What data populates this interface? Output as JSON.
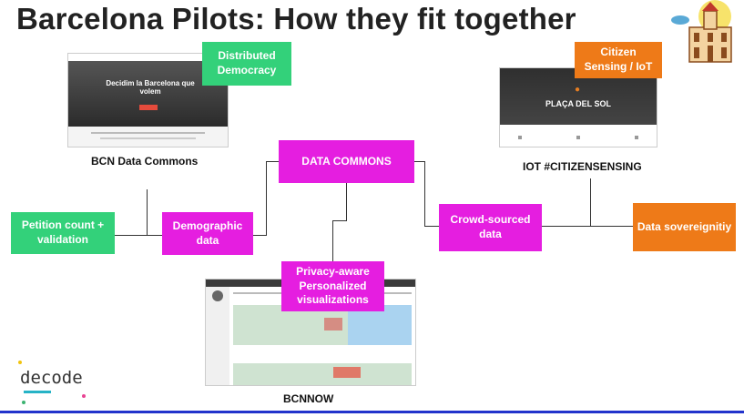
{
  "title": "Barcelona Pilots: How they fit together",
  "captions": {
    "bcn_data_commons": "BCN Data Commons",
    "iot": "IOT #CITIZENSENSING",
    "bcnnow": "BCNNOW"
  },
  "boxes": {
    "distributed_democracy": "Distributed Democracy",
    "citizen_sensing": "Citizen Sensing / IoT",
    "data_commons": "DATA COMMONS",
    "petition_count": "Petition count + validation",
    "demographic_data": "Demographic data",
    "crowd_sourced": "Crowd-sourced data",
    "data_sovereignty": "Data sovereignitiy",
    "privacy_aware": "Privacy-aware Personalized visualizations"
  },
  "screenshots": {
    "decidim_text": "Decidim la Barcelona que volem",
    "placa_text": "PLAÇA DEL SOL"
  },
  "logo": {
    "text": "decode"
  },
  "colors": {
    "green": "#33d17a",
    "magenta": "#e51ee0",
    "orange": "#ee7a18"
  }
}
